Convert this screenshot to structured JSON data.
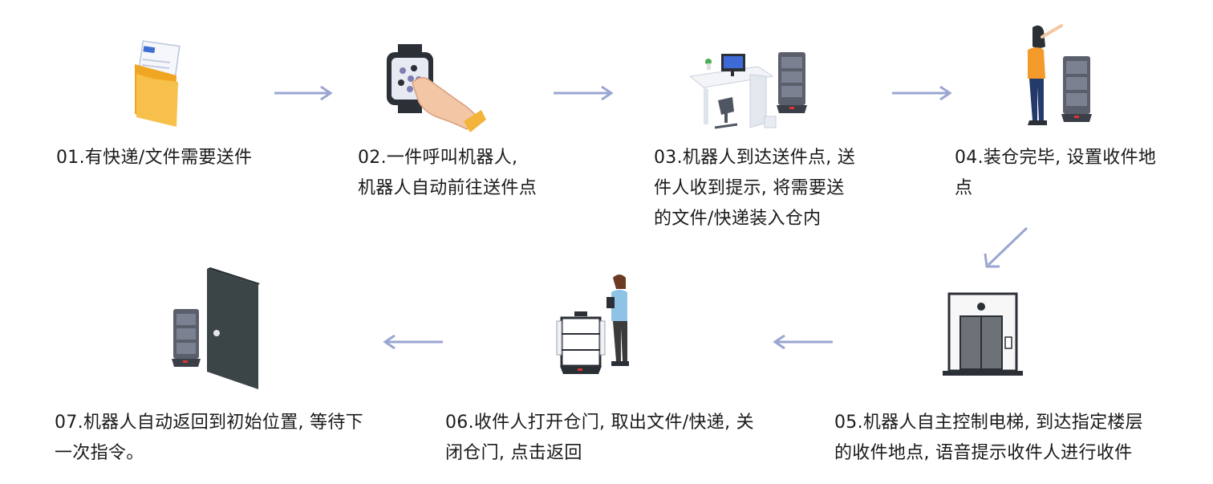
{
  "steps": [
    {
      "id": "01",
      "text": "01.有快递/文件需要送件"
    },
    {
      "id": "02",
      "line1": "02.一件呼叫机器人,",
      "line2": "机器人自动前往送件点"
    },
    {
      "id": "03",
      "line1": "03.机器人到达送件点, 送",
      "line2": "件人收到提示, 将需要送",
      "line3": "的文件/快递装入仓内"
    },
    {
      "id": "04",
      "line1": "04.装仓完毕, 设置收件地",
      "line2": "点"
    },
    {
      "id": "05",
      "line1": "05.机器人自主控制电梯, 到达指定楼层",
      "line2": "的收件地点, 语音提示收件人进行收件"
    },
    {
      "id": "06",
      "line1": "06.收件人打开仓门, 取出文件/快递, 关",
      "line2": "闭仓门, 点击返回"
    },
    {
      "id": "07",
      "line1": "07.机器人自动返回到初始位置, 等待下",
      "line2": "一次指令。"
    }
  ],
  "colors": {
    "arrow": "#9aa6d2",
    "folder": "#f4b43a",
    "robot": "#555a66",
    "door": "#3b4548"
  },
  "icons": [
    "document-folder-icon",
    "smartwatch-touch-icon",
    "office-desk-robot-icon",
    "person-robot-icon",
    "elevator-icon",
    "robot-receiver-icon",
    "door-robot-icon"
  ]
}
